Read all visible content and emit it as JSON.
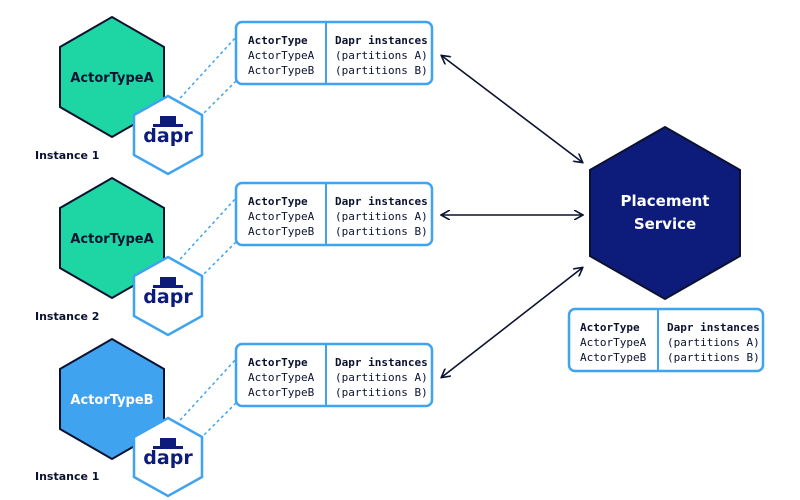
{
  "colors": {
    "green": "#1ed6a3",
    "blue": "#3fa3f0",
    "navy": "#0d1b7a",
    "border": "#3fa3f0",
    "dark": "#0b1230"
  },
  "instances": [
    {
      "actor_label": "ActorTypeA",
      "instance_label": "Instance 1",
      "color": "#1ed6a3",
      "text_color": "#0b1230",
      "sidecar_label": "dapr"
    },
    {
      "actor_label": "ActorTypeA",
      "instance_label": "Instance 2",
      "color": "#1ed6a3",
      "text_color": "#0b1230",
      "sidecar_label": "dapr"
    },
    {
      "actor_label": "ActorTypeB",
      "instance_label": "Instance 1",
      "color": "#3fa3f0",
      "text_color": "#ffffff",
      "sidecar_label": "dapr"
    }
  ],
  "tables": [
    {
      "header": [
        "ActorType",
        "Dapr instances"
      ],
      "rows": [
        [
          "ActorTypeA",
          "(partitions A)"
        ],
        [
          "ActorTypeB",
          "(partitions B)"
        ]
      ]
    },
    {
      "header": [
        "ActorType",
        "Dapr instances"
      ],
      "rows": [
        [
          "ActorTypeA",
          "(partitions A)"
        ],
        [
          "ActorTypeB",
          "(partitions B)"
        ]
      ]
    },
    {
      "header": [
        "ActorType",
        "Dapr instances"
      ],
      "rows": [
        [
          "ActorTypeA",
          "(partitions A)"
        ],
        [
          "ActorTypeB",
          "(partitions B)"
        ]
      ]
    }
  ],
  "placement": {
    "label_line1": "Placement",
    "label_line2": "Service",
    "table": {
      "header": [
        "ActorType",
        "Dapr instances"
      ],
      "rows": [
        [
          "ActorTypeA",
          "(partitions A)"
        ],
        [
          "ActorTypeB",
          "(partitions B)"
        ]
      ]
    }
  }
}
